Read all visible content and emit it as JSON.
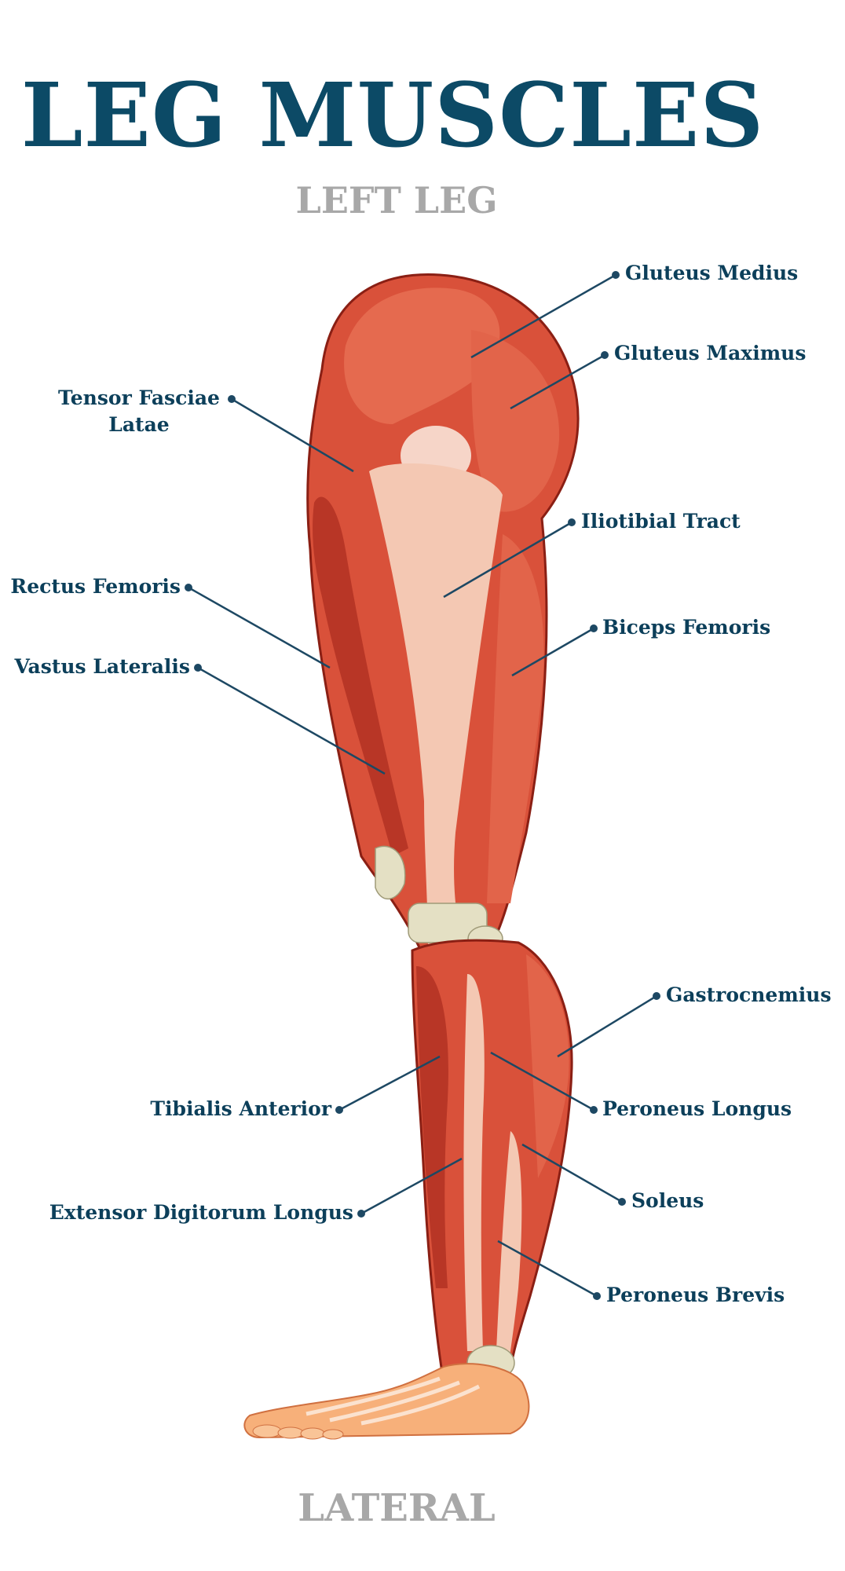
{
  "title": "LEG MUSCLES",
  "subtitle": "LEFT LEG",
  "footer": "LATERAL",
  "colors": {
    "title": "#0c4a66",
    "subtitle": "#a8a8a8",
    "label": "#0c3f5a",
    "leader": "#1d4863",
    "muscle": "#d9513a",
    "muscle_dark": "#b83626",
    "tendon": "#f4c8b3",
    "bone": "#e4e0c4",
    "foot": "#f7b07a",
    "outline": "#8a1f14"
  },
  "labels": {
    "gluteus_medius": "Gluteus Medius",
    "gluteus_maximus": "Gluteus Maximus",
    "tensor_fasciae_latae_1": "Tensor Fasciae",
    "tensor_fasciae_latae_2": "Latae",
    "iliotibial_tract": "Iliotibial Tract",
    "rectus_femoris": "Rectus Femoris",
    "vastus_lateralis": "Vastus Lateralis",
    "biceps_femoris": "Biceps Femoris",
    "gastrocnemius": "Gastrocnemius",
    "tibialis_anterior": "Tibialis Anterior",
    "peroneus_longus": "Peroneus Longus",
    "extensor_digitorum_longus": "Extensor Digitorum Longus",
    "soleus": "Soleus",
    "peroneus_brevis": "Peroneus Brevis"
  }
}
